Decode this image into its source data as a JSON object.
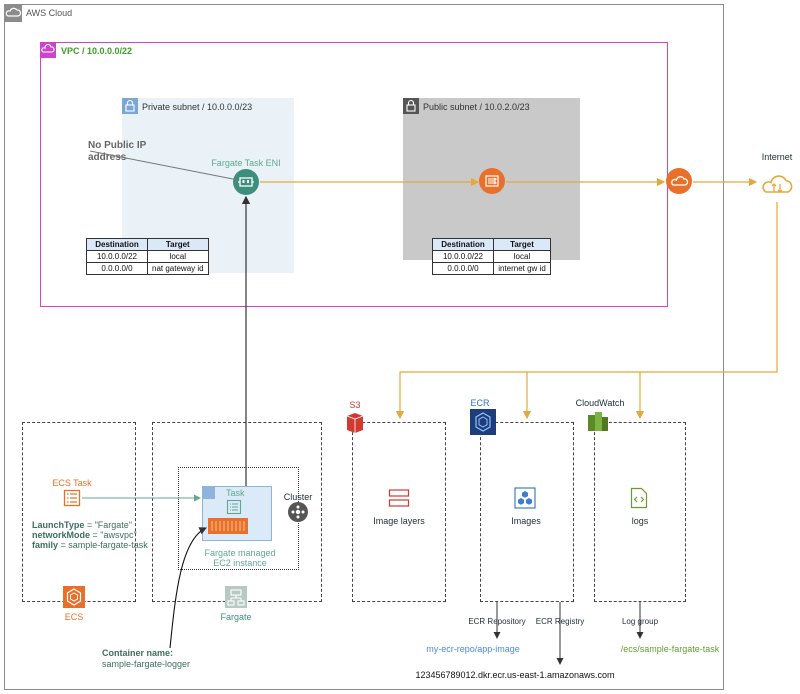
{
  "cloud": {
    "label": "AWS Cloud"
  },
  "vpc": {
    "label": "VPC / 10.0.0.0/22"
  },
  "private_subnet": {
    "label": "Private subnet / 10.0.0.0/23",
    "note_line1": "No Public IP",
    "note_line2": "address",
    "eni_label": "Fargate Task ENI",
    "route_table": {
      "headers": [
        "Destination",
        "Target"
      ],
      "rows": [
        [
          "10.0.0.0/22",
          "local"
        ],
        [
          "0.0.0.0/0",
          "nat gateway id"
        ]
      ]
    }
  },
  "public_subnet": {
    "label": "Public subnet / 10.0.2.0/23",
    "route_table": {
      "headers": [
        "Destination",
        "Target"
      ],
      "rows": [
        [
          "10.0.0.0/22",
          "local"
        ],
        [
          "0.0.0.0/0",
          "internet gw id"
        ]
      ]
    }
  },
  "internet": {
    "label": "Internet"
  },
  "ecs": {
    "label": "ECS",
    "task_label": "ECS Task",
    "launch_type_key": "LaunchType",
    "launch_type_val": " = \"Fargate\"",
    "network_mode_key": "networkMode",
    "network_mode_val": " = \"awsvpc\"",
    "family_key": "family",
    "family_val": " = sample-fargate-task"
  },
  "fargate": {
    "label": "Fargate",
    "task_label": "Task",
    "cluster_label": "Cluster",
    "managed_line1": "Fargate managed",
    "managed_line2": "EC2 instance",
    "container_name_label": "Container name:",
    "container_name_value": "sample-fargate-logger"
  },
  "s3": {
    "label": "S3",
    "content_label": "Image layers"
  },
  "ecr": {
    "label": "ECR",
    "content_label": "Images",
    "repo_label": "ECR Repository",
    "registry_label": "ECR Registry",
    "repo_value": "my-ecr-repo/app-image",
    "registry_value": "123456789012.dkr.ecr.us-east-1.amazonaws.com"
  },
  "cloudwatch": {
    "label": "CloudWatch",
    "content_label": "logs",
    "log_group_label": "Log group",
    "log_group_value": "/ecs/sample-fargate-task"
  },
  "colors": {
    "orange": "#e7a83a",
    "teal": "#3c8f7c",
    "vpc": "#cc44cc",
    "ecs_orange": "#e8702a",
    "s3_red": "#d13a2f",
    "ecr_blue": "#2e73b8",
    "cw_green": "#6a9a30"
  }
}
